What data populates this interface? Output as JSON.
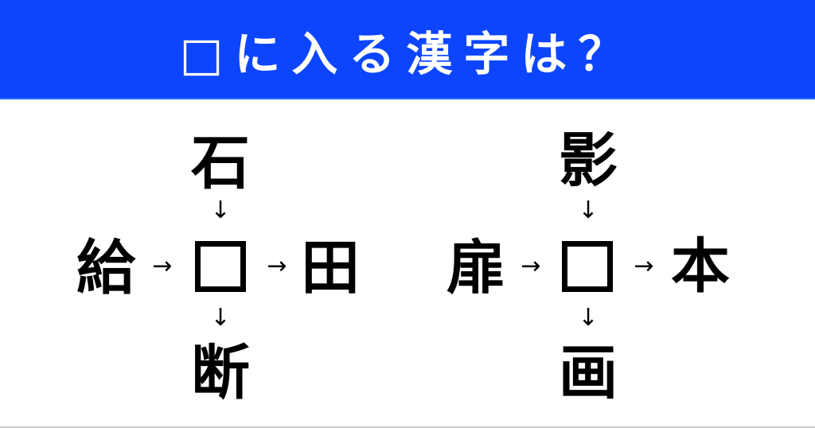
{
  "header": {
    "title": "□に入る漢字は？",
    "background_color": "#0d45ff",
    "text_color": "#ffffff"
  },
  "puzzles": [
    {
      "top": "石",
      "left": "給",
      "right": "田",
      "bottom": "断",
      "blank": "",
      "arrows": {
        "down_top": "↓",
        "right_left": "→",
        "right_right": "→",
        "down_bottom": "↓"
      }
    },
    {
      "top": "影",
      "left": "扉",
      "right": "本",
      "bottom": "画",
      "blank": "",
      "arrows": {
        "down_top": "↓",
        "right_left": "→",
        "right_right": "→",
        "down_bottom": "↓"
      }
    }
  ]
}
